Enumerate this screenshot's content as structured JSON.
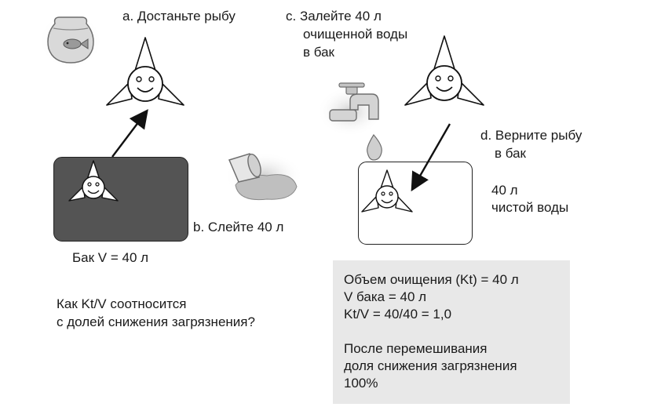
{
  "steps": {
    "a": "a. Достаньте рыбу",
    "b": "b. Слейте 40 л",
    "c": [
      "c. Залейте 40 л",
      "очищенной воды",
      "в бак"
    ],
    "d": [
      "d. Верните рыбу",
      "в бак"
    ]
  },
  "tank_label": "Бак V = 40 л",
  "clean_water_label": [
    "40 л",
    "чистой воды"
  ],
  "question": [
    "Как Kt/V соотносится",
    "с долей снижения загрязнения?"
  ],
  "info_box": {
    "lines": [
      "Объем очищения (Kt) = 40 л",
      "V бака = 40 л",
      "Kt/V = 40/40 = 1,0"
    ],
    "result": [
      "После перемешивания",
      "доля снижения загрязнения",
      "100%"
    ]
  }
}
